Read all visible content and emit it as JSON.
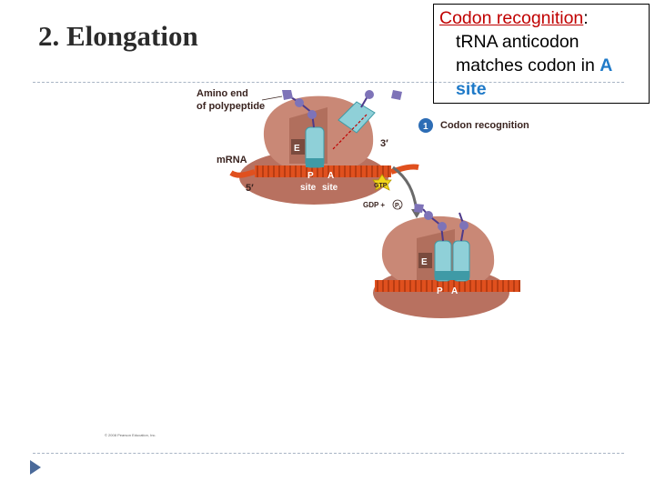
{
  "slide": {
    "title": "2. Elongation",
    "callout": {
      "heading": "Codon recognition",
      "heading_suffix": ":",
      "body_prefix": "t",
      "body_main": "RNA anticodon matches codon in ",
      "body_highlight": "A site"
    }
  },
  "figure": {
    "amino_end_line1": "Amino end",
    "amino_end_line2": "of polypeptide",
    "mrna": "mRNA",
    "three_prime": "3′",
    "five_prime": "5′",
    "e_site": "E",
    "p_site": "P",
    "a_site": "A",
    "site_word": "site",
    "step_number": "1",
    "step_label": "Codon recognition",
    "gtp": "GTP",
    "gdp_text": "GDP + ",
    "pi_text": "P",
    "pi_sub": "i",
    "e_site_2": "E",
    "p_site_2": "P",
    "a_site_2": "A",
    "copyright": "© 2008 Pearson Education, Inc."
  },
  "colors": {
    "ribosome": "#c98876",
    "ribosome_dark": "#a66552",
    "mrna": "#e0501e",
    "trna": "#8fd0d8",
    "trna_dark": "#3f9aa6",
    "amino_acid": "#7e73b8",
    "callout_heading": "#c00000",
    "highlight": "#1f7ac8",
    "step_circle": "#2d6db5"
  }
}
